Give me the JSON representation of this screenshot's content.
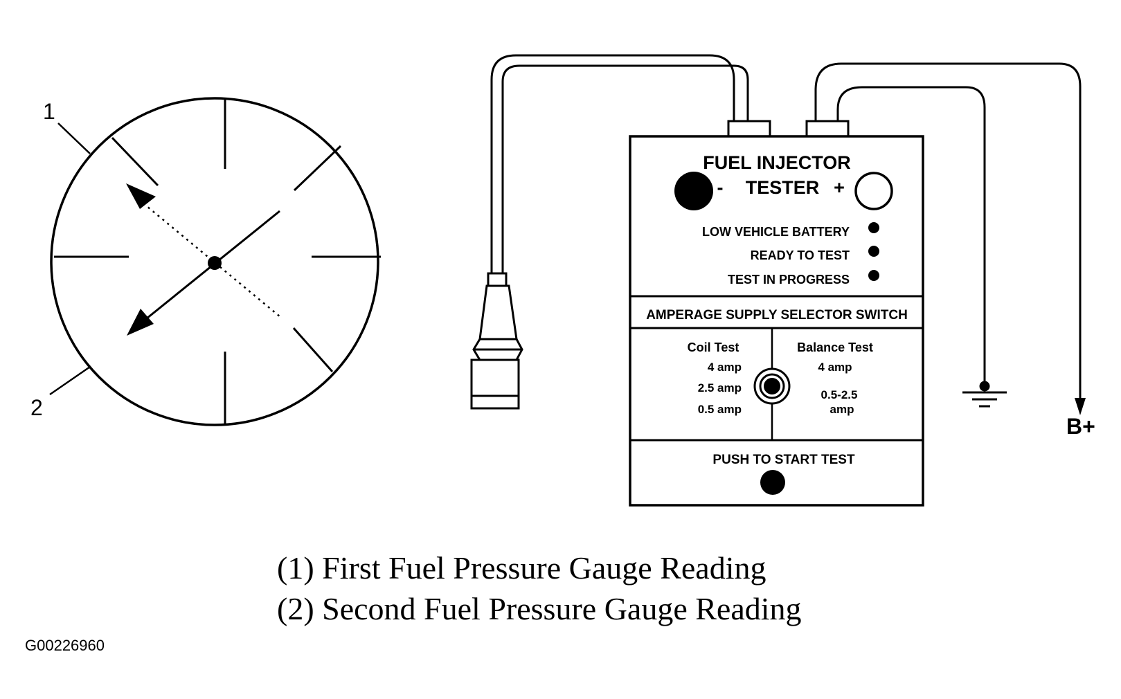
{
  "gauge": {
    "callout_1": "1",
    "callout_2": "2"
  },
  "tester": {
    "title_line1": "FUEL INJECTOR",
    "title_line2": "TESTER",
    "minus": "-",
    "plus": "+",
    "indicators": [
      {
        "label": "LOW VEHICLE BATTERY"
      },
      {
        "label": "READY TO TEST"
      },
      {
        "label": "TEST IN PROGRESS"
      }
    ],
    "selector_title": "AMPERAGE SUPPLY SELECTOR SWITCH",
    "coil_test": {
      "title": "Coil Test",
      "options": [
        "4 amp",
        "2.5 amp",
        "0.5 amp"
      ]
    },
    "balance_test": {
      "title": "Balance Test",
      "option_1": "4 amp",
      "option_2_line1": "0.5-2.5",
      "option_2_line2": "amp"
    },
    "start_label": "PUSH TO START TEST"
  },
  "battery_label": "B+",
  "caption": {
    "line1": "(1) First Fuel Pressure Gauge Reading",
    "line2": "(2) Second Fuel Pressure Gauge Reading"
  },
  "figure_id": "G00226960"
}
